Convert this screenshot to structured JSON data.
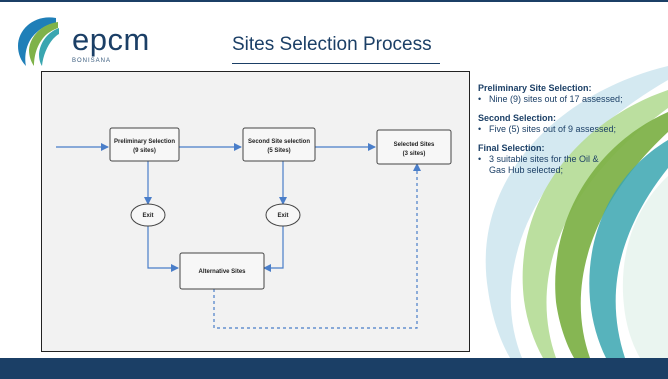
{
  "header": {
    "logo_name": "epcm",
    "logo_sub": "BONISANA",
    "title": "Sites Selection Process"
  },
  "diagram": {
    "preliminary": {
      "label": "Preliminary Selection",
      "sub": "(9 sites)"
    },
    "second": {
      "label": "Second Site selection",
      "sub": "(5 Sites)"
    },
    "selected": {
      "label": "Selected Sites",
      "sub": "(3 sites)"
    },
    "exit1": "Exit",
    "exit2": "Exit",
    "alternative": "Alternative Sites"
  },
  "notes": [
    {
      "heading": "Preliminary Site Selection:",
      "items": [
        "Nine (9) sites out of 17 assessed;"
      ]
    },
    {
      "heading": "Second Selection:",
      "items": [
        "Five (5) sites out of 9 assessed;"
      ]
    },
    {
      "heading": "Final Selection:",
      "items": [
        "3 suitable sites for the Oil & Gas Hub  selected;"
      ]
    }
  ],
  "colors": {
    "brand_navy": "#1b3f66",
    "arrow_blue": "#4a7ec9",
    "swoosh_blue": "#1f7fb8",
    "swoosh_green": "#7fb24a",
    "swoosh_teal": "#3aa6b0"
  }
}
